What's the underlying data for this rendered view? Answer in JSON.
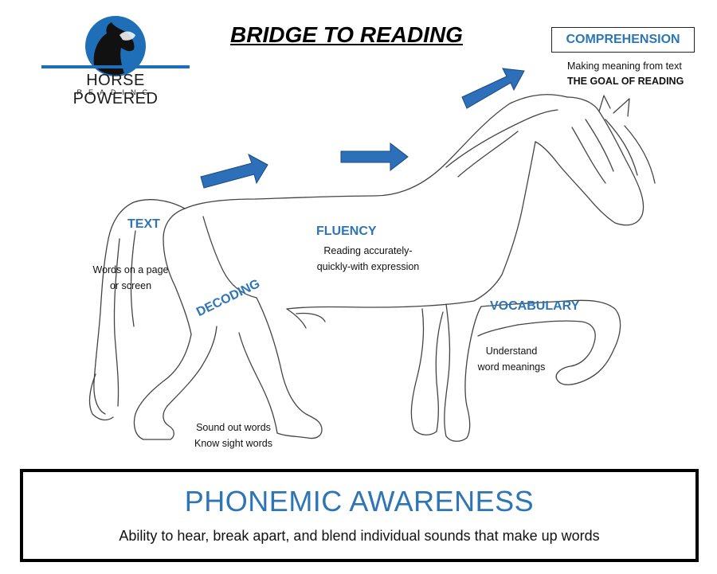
{
  "title": "BRIDGE TO READING",
  "logo": {
    "name": "HORSE POWERED",
    "sub": "READING"
  },
  "comprehension": {
    "label": "COMPREHENSION",
    "desc": "Making meaning from text",
    "goal": "THE GOAL OF READING"
  },
  "stages": {
    "text": {
      "label": "TEXT",
      "desc_line1": "Words on a page",
      "desc_line2": "or screen"
    },
    "decoding": {
      "label": "DECODING",
      "desc_line1": "Sound out words",
      "desc_line2": "Know sight words"
    },
    "fluency": {
      "label": "FLUENCY",
      "desc_line1": "Reading accurately-",
      "desc_line2": "quickly-with expression"
    },
    "vocabulary": {
      "label": "VOCABULARY",
      "desc_line1": "Understand",
      "desc_line2": "word meanings"
    }
  },
  "phonemic": {
    "title": "PHONEMIC AWARENESS",
    "desc": "Ability to hear, break apart, and blend individual sounds that make up words"
  },
  "colors": {
    "accent_blue": "#2e75b6",
    "arrow_fill": "#2e6fba",
    "logo_blue": "#1f6fb8",
    "line": "#444444"
  },
  "icons": {
    "logo": "horse-head-logo-icon",
    "arrows": "right-arrow-icon"
  }
}
